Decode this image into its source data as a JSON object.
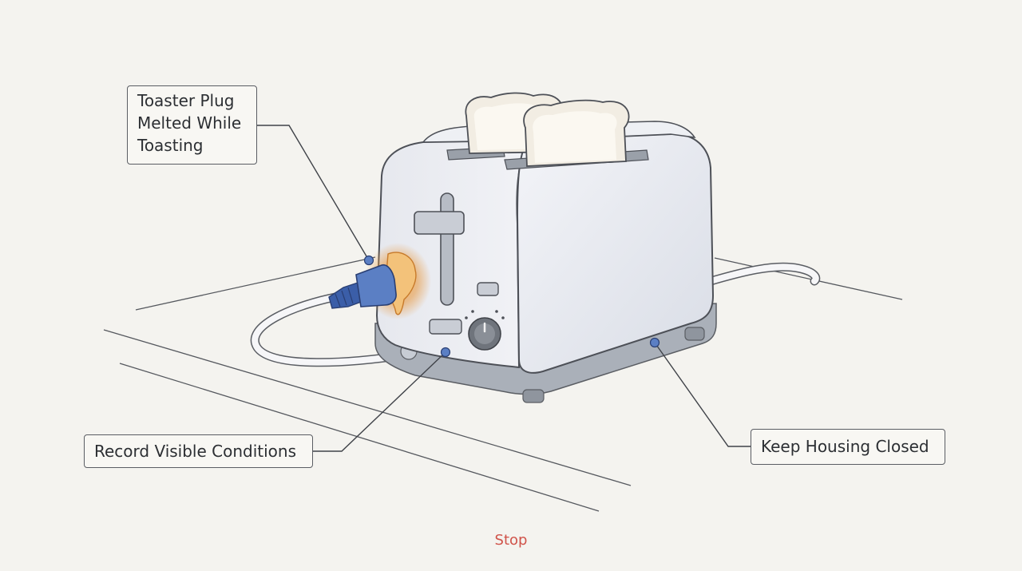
{
  "callouts": {
    "plug": "Toaster Plug\nMelted While\nToasting",
    "record": "Record Visible Conditions",
    "housing": "Keep Housing Closed"
  },
  "footer": {
    "stop_label": "Stop"
  },
  "colors": {
    "background": "#f4f3ef",
    "outline": "#5a5d63",
    "toaster_body": "#e4e7ee",
    "base": "#9ea4ad",
    "plug": "#5b7fc4",
    "melt": "#e8963a",
    "stop_text": "#d0534a"
  },
  "icons": [
    "toaster-icon",
    "bread-slice-icon",
    "plug-icon",
    "melt-glow-icon",
    "dial-icon",
    "lever-icon"
  ]
}
